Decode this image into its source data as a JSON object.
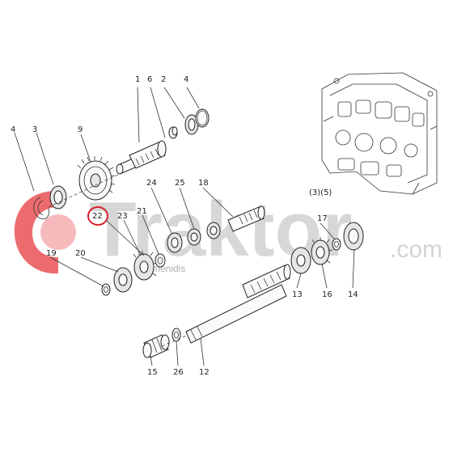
{
  "watermark": {
    "brand": "Traktor",
    "suffix": ".com",
    "sublabel": "menidis"
  },
  "colors": {
    "highlight": "#d6202b",
    "logo_red": "#e63a3f",
    "watermark_gray": "#b8b8b8",
    "line": "#333333"
  },
  "reference_label": "(3)(5)",
  "highlighted_callout": "22",
  "callouts": [
    "1",
    "6",
    "2",
    "4",
    "3",
    "4",
    "9",
    "24",
    "25",
    "18",
    "22",
    "23",
    "21",
    "17",
    "19",
    "20",
    "13",
    "16",
    "14",
    "15",
    "26",
    "12"
  ]
}
